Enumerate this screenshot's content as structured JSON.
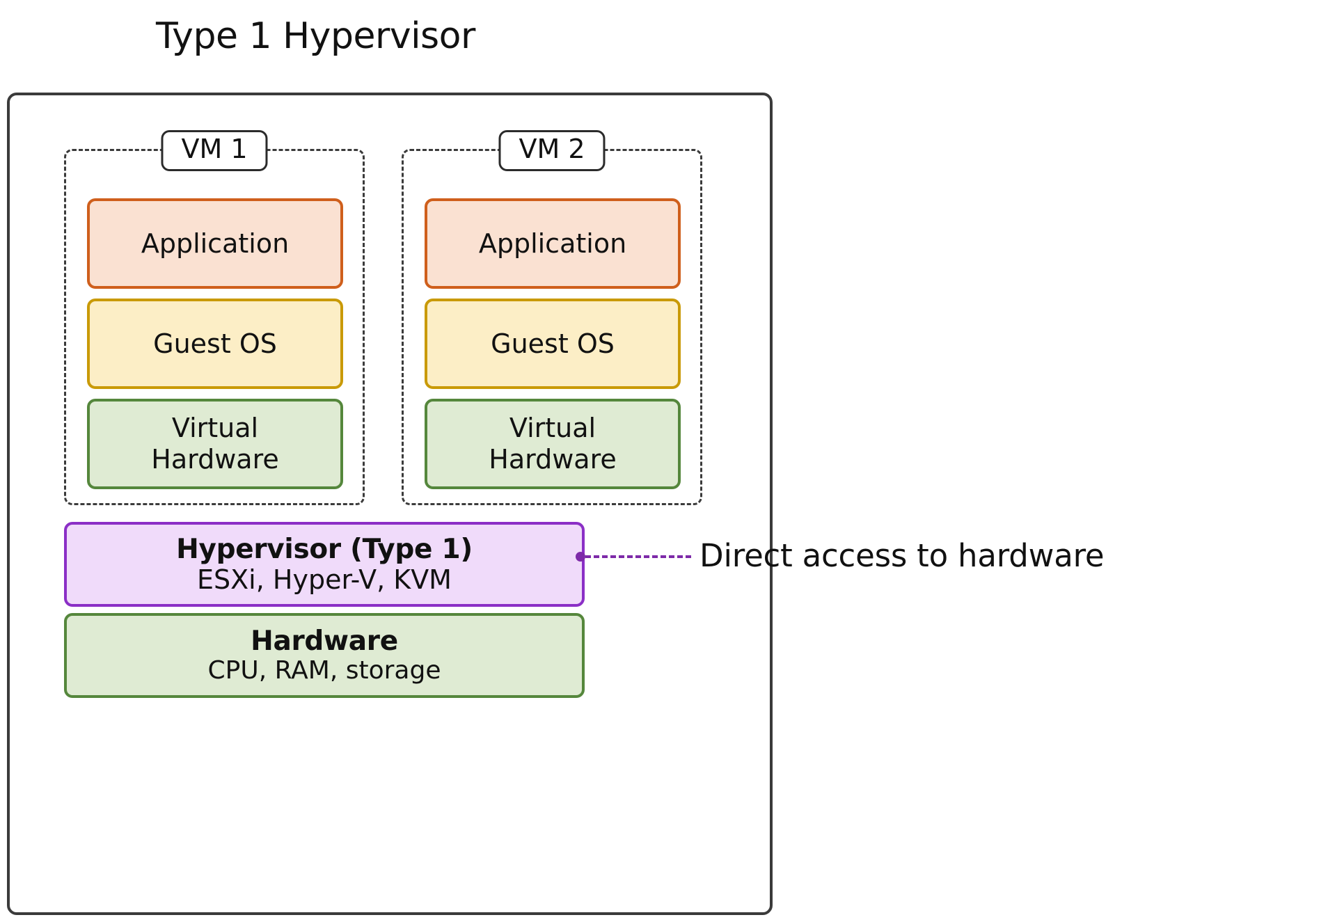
{
  "title": "Type 1 Hypervisor",
  "colors": {
    "application_fill": "#fae1d2",
    "application_border": "#cf5f1c",
    "guest_os_fill": "#fceec6",
    "guest_os_border": "#c99a08",
    "virtual_hardware_fill": "#dfebd3",
    "virtual_hardware_border": "#55873c",
    "hypervisor_fill": "#f0dbfa",
    "hypervisor_border": "#8b2fc6",
    "hardware_fill": "#dfebd3",
    "hardware_border": "#55873c",
    "container_border": "#3b3b3b",
    "annotation": "#7d2aa8"
  },
  "host": {
    "vms": [
      {
        "label": "VM 1",
        "layers": [
          {
            "name": "application",
            "text": "Application"
          },
          {
            "name": "guest-os",
            "text": "Guest OS"
          },
          {
            "name": "virtual-hardware",
            "line1": "Virtual",
            "line2": "Hardware"
          }
        ]
      },
      {
        "label": "VM 2",
        "layers": [
          {
            "name": "application",
            "text": "Application"
          },
          {
            "name": "guest-os",
            "text": "Guest OS"
          },
          {
            "name": "virtual-hardware",
            "line1": "Virtual",
            "line2": "Hardware"
          }
        ]
      }
    ],
    "hypervisor": {
      "title": "Hypervisor (Type 1)",
      "subtitle": "ESXi, Hyper-V, KVM"
    },
    "hardware": {
      "title": "Hardware",
      "subtitle": "CPU, RAM, storage"
    }
  },
  "annotation": {
    "text": "Direct access to hardware"
  }
}
